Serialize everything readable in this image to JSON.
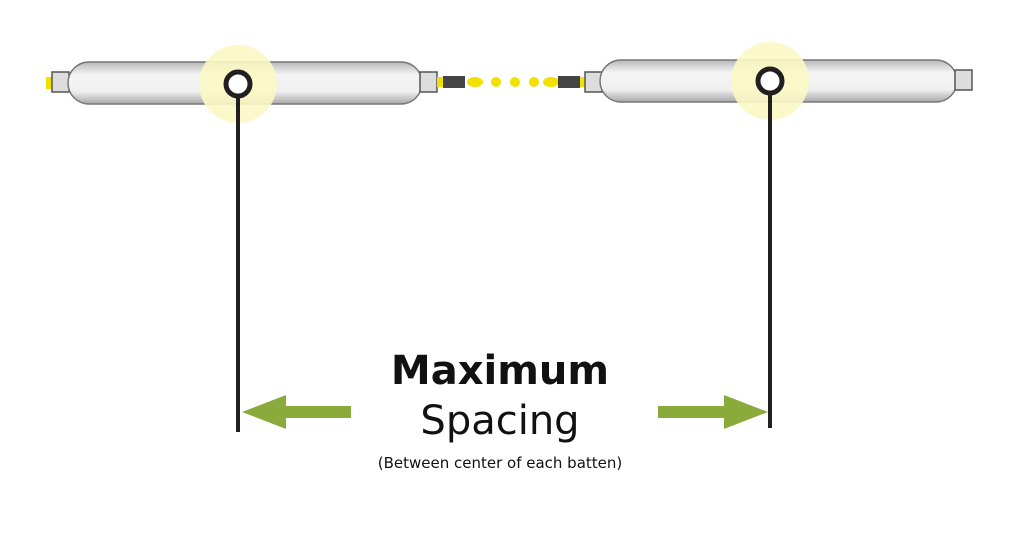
{
  "title_bold": "Maximum",
  "title": "Spacing",
  "subtitle": "(Between center of each batten)",
  "colors": {
    "highlight": "#fbf8c4",
    "arrow": "#8aab3c",
    "line": "#231f20",
    "dots": "#f2e000"
  }
}
